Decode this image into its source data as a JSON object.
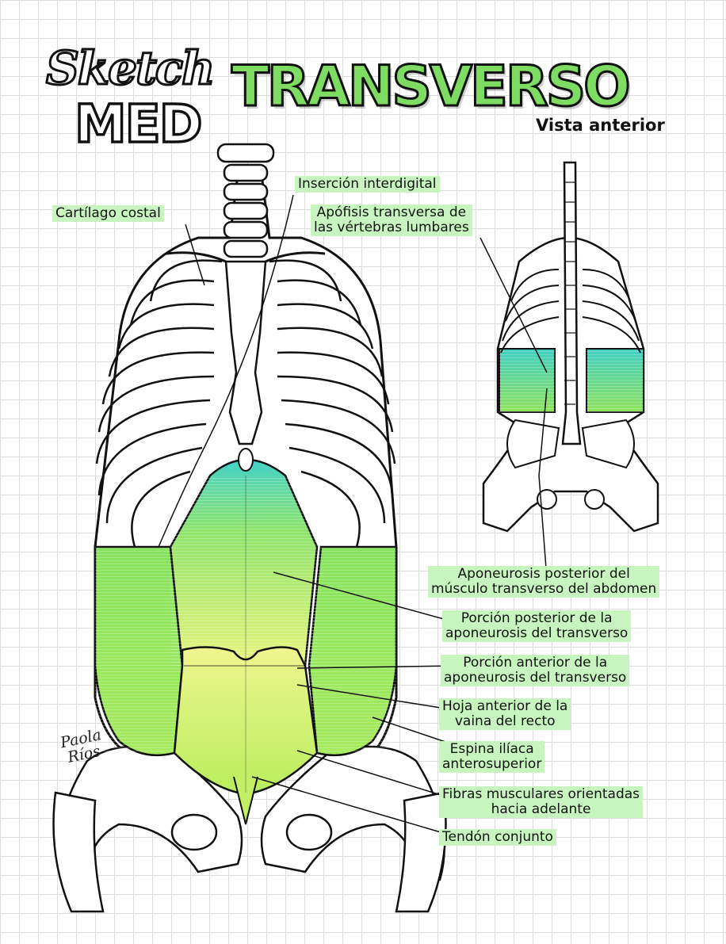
{
  "logo": {
    "line1": "Sketch",
    "line2": "MED"
  },
  "title": "TRANSVERSO",
  "subtitle": "Vista anterior",
  "signature": {
    "line1": "Paola",
    "line2": "Ríos"
  },
  "labels": {
    "cartilago_costal": "Cartílago costal",
    "insercion_interdigital": "Inserción interdigital",
    "apofisis_l1": "Apófisis transversa de",
    "apofisis_l2": "las vértebras lumbares",
    "aponeurosis_posterior_l1": "Aponeurosis posterior del",
    "aponeurosis_posterior_l2": "músculo transverso del abdomen",
    "porcion_posterior_l1": "Porción posterior de la",
    "porcion_posterior_l2": "aponeurosis del transverso",
    "porcion_anterior_l1": "Porción anterior de la",
    "porcion_anterior_l2": "aponeurosis del transverso",
    "hoja_anterior_l1": "Hoja anterior de la",
    "hoja_anterior_l2": "vaina del recto",
    "espina_l1": "Espina ilíaca",
    "espina_l2": "anterosuperior",
    "fibras_l1": "Fibras musculares orientadas",
    "fibras_l2": "hacia adelante",
    "tendon": "Tendón conjunto"
  },
  "colors": {
    "muscle_green": "#7fe05a",
    "muscle_yellow": "#eef58a",
    "muscle_cyan": "#4fd6c8",
    "label_bg": "#c8f5bf",
    "title_green": "#7fdc62",
    "outline": "#111111"
  }
}
